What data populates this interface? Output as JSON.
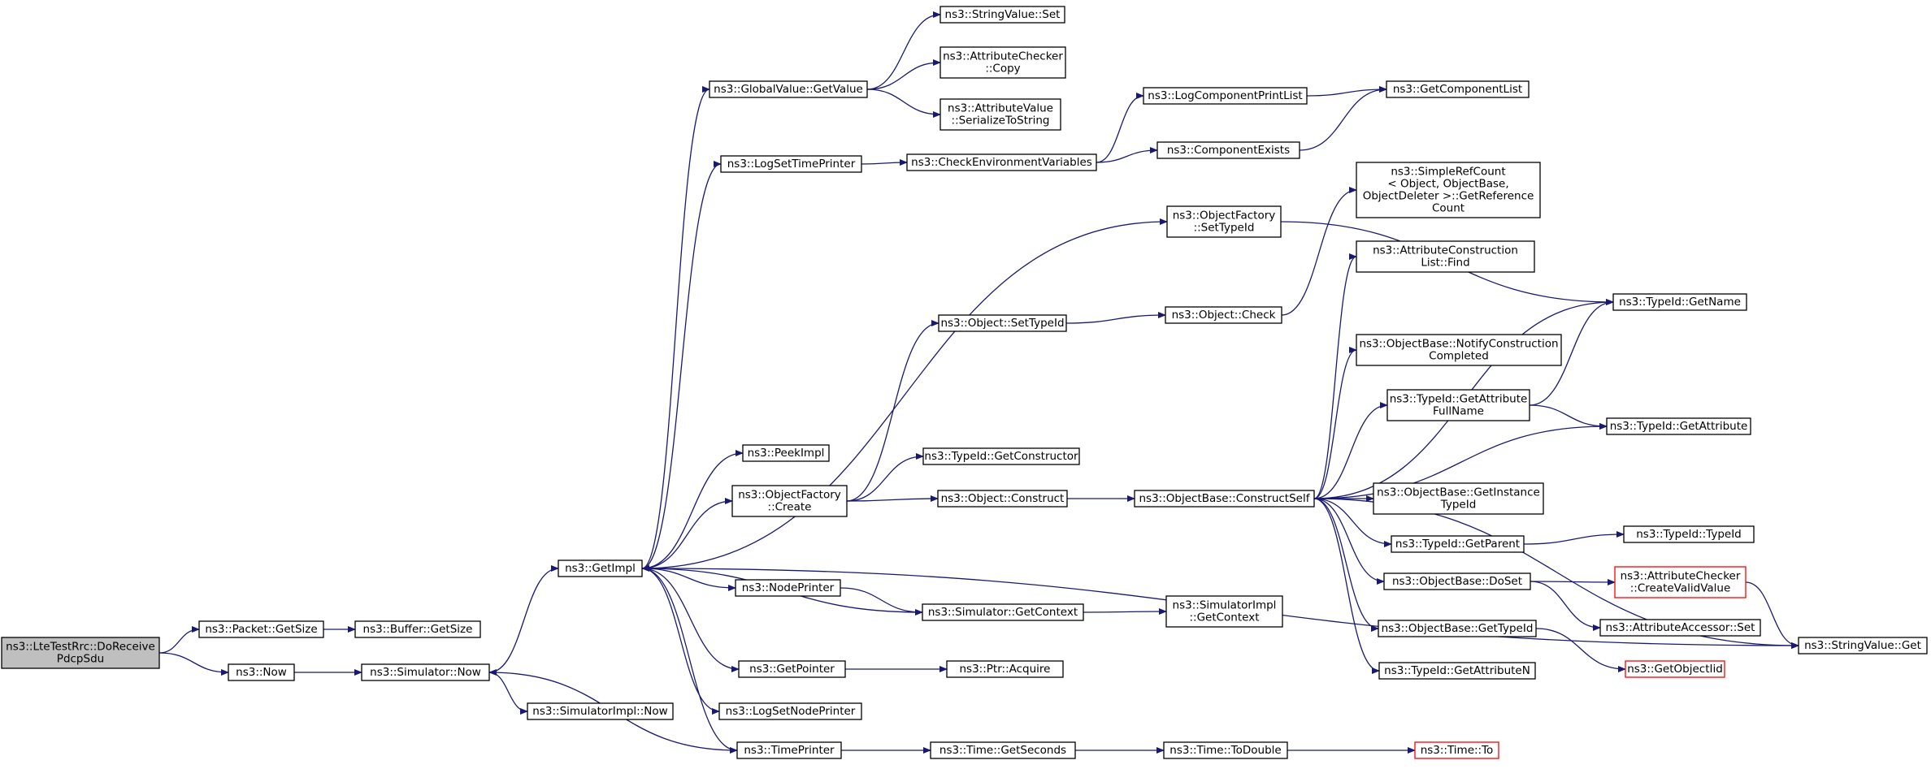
{
  "nodes": [
    {
      "id": "root",
      "lines": [
        "ns3::LteTestRrc::DoReceive",
        "PdcpSdu"
      ],
      "style": "root"
    },
    {
      "id": "pkt_getsize",
      "lines": [
        "ns3::Packet::GetSize"
      ]
    },
    {
      "id": "buf_getsize",
      "lines": [
        "ns3::Buffer::GetSize"
      ]
    },
    {
      "id": "now",
      "lines": [
        "ns3::Now"
      ]
    },
    {
      "id": "sim_now",
      "lines": [
        "ns3::Simulator::Now"
      ]
    },
    {
      "id": "simimpl_now",
      "lines": [
        "ns3::SimulatorImpl::Now"
      ]
    },
    {
      "id": "getimpl",
      "lines": [
        "ns3::GetImpl"
      ]
    },
    {
      "id": "gv_getvalue",
      "lines": [
        "ns3::GlobalValue::GetValue"
      ]
    },
    {
      "id": "strval_set",
      "lines": [
        "ns3::StringValue::Set"
      ]
    },
    {
      "id": "attrchk_copy",
      "lines": [
        "ns3::AttributeChecker",
        "::Copy"
      ]
    },
    {
      "id": "attrval_ser",
      "lines": [
        "ns3::AttributeValue",
        "::SerializeToString"
      ]
    },
    {
      "id": "logsettimeprinter",
      "lines": [
        "ns3::LogSetTimePrinter"
      ]
    },
    {
      "id": "checkenv",
      "lines": [
        "ns3::CheckEnvironmentVariables"
      ]
    },
    {
      "id": "logcompprint",
      "lines": [
        "ns3::LogComponentPrintList"
      ]
    },
    {
      "id": "getcomplist",
      "lines": [
        "ns3::GetComponentList"
      ]
    },
    {
      "id": "compexists",
      "lines": [
        "ns3::ComponentExists"
      ]
    },
    {
      "id": "of_settypeid",
      "lines": [
        "ns3::ObjectFactory",
        "::SetTypeId"
      ]
    },
    {
      "id": "simplerefcount",
      "lines": [
        "ns3::SimpleRefCount",
        "< Object, ObjectBase,",
        "ObjectDeleter >::GetReference",
        "Count"
      ]
    },
    {
      "id": "attrconstr_find",
      "lines": [
        "ns3::AttributeConstruction",
        "List::Find"
      ]
    },
    {
      "id": "typeid_getname",
      "lines": [
        "ns3::TypeId::GetName"
      ]
    },
    {
      "id": "obj_settypeid",
      "lines": [
        "ns3::Object::SetTypeId"
      ]
    },
    {
      "id": "obj_check",
      "lines": [
        "ns3::Object::Check"
      ]
    },
    {
      "id": "ob_notify",
      "lines": [
        "ns3::ObjectBase::NotifyConstruction",
        "Completed"
      ]
    },
    {
      "id": "typeid_getattrfull",
      "lines": [
        "ns3::TypeId::GetAttribute",
        "FullName"
      ]
    },
    {
      "id": "typeid_getattr",
      "lines": [
        "ns3::TypeId::GetAttribute"
      ]
    },
    {
      "id": "peekimpl",
      "lines": [
        "ns3::PeekImpl"
      ]
    },
    {
      "id": "typeid_getconstr",
      "lines": [
        "ns3::TypeId::GetConstructor"
      ]
    },
    {
      "id": "of_create",
      "lines": [
        "ns3::ObjectFactory",
        "::Create"
      ]
    },
    {
      "id": "obj_construct",
      "lines": [
        "ns3::Object::Construct"
      ]
    },
    {
      "id": "ob_constructself",
      "lines": [
        "ns3::ObjectBase::ConstructSelf"
      ]
    },
    {
      "id": "ob_getinstance",
      "lines": [
        "ns3::ObjectBase::GetInstance",
        "TypeId"
      ]
    },
    {
      "id": "typeid_getparent",
      "lines": [
        "ns3::TypeId::GetParent"
      ]
    },
    {
      "id": "typeid_typeid",
      "lines": [
        "ns3::TypeId::TypeId"
      ]
    },
    {
      "id": "nodeprinter",
      "lines": [
        "ns3::NodePrinter"
      ]
    },
    {
      "id": "sim_getcontext",
      "lines": [
        "ns3::Simulator::GetContext"
      ]
    },
    {
      "id": "simimpl_getcontext",
      "lines": [
        "ns3::SimulatorImpl",
        "::GetContext"
      ]
    },
    {
      "id": "ob_doset",
      "lines": [
        "ns3::ObjectBase::DoSet"
      ]
    },
    {
      "id": "attrchk_createvalid",
      "lines": [
        "ns3::AttributeChecker",
        "::CreateValidValue"
      ],
      "style": "red"
    },
    {
      "id": "attracc_set",
      "lines": [
        "ns3::AttributeAccessor::Set"
      ]
    },
    {
      "id": "strval_get",
      "lines": [
        "ns3::StringValue::Get"
      ]
    },
    {
      "id": "ob_gettypeid",
      "lines": [
        "ns3::ObjectBase::GetTypeId"
      ]
    },
    {
      "id": "getobjectiid",
      "lines": [
        "ns3::GetObjectIid"
      ],
      "style": "red"
    },
    {
      "id": "getpointer",
      "lines": [
        "ns3::GetPointer"
      ]
    },
    {
      "id": "ptr_acquire",
      "lines": [
        "ns3::Ptr::Acquire"
      ]
    },
    {
      "id": "typeid_getattrn",
      "lines": [
        "ns3::TypeId::GetAttributeN"
      ]
    },
    {
      "id": "logsetnodeprinter",
      "lines": [
        "ns3::LogSetNodePrinter"
      ]
    },
    {
      "id": "timeprinter",
      "lines": [
        "ns3::TimePrinter"
      ]
    },
    {
      "id": "time_getseconds",
      "lines": [
        "ns3::Time::GetSeconds"
      ]
    },
    {
      "id": "time_todouble",
      "lines": [
        "ns3::Time::ToDouble"
      ]
    },
    {
      "id": "time_to",
      "lines": [
        "ns3::Time::To"
      ],
      "style": "red"
    }
  ],
  "edges": [
    [
      "root",
      "pkt_getsize"
    ],
    [
      "root",
      "now"
    ],
    [
      "pkt_getsize",
      "buf_getsize"
    ],
    [
      "now",
      "sim_now"
    ],
    [
      "sim_now",
      "getimpl"
    ],
    [
      "sim_now",
      "simimpl_now"
    ],
    [
      "getimpl",
      "gv_getvalue"
    ],
    [
      "getimpl",
      "logsettimeprinter"
    ],
    [
      "getimpl",
      "of_settypeid"
    ],
    [
      "getimpl",
      "peekimpl"
    ],
    [
      "getimpl",
      "of_create"
    ],
    [
      "getimpl",
      "nodeprinter"
    ],
    [
      "getimpl",
      "getpointer"
    ],
    [
      "getimpl",
      "logsetnodeprinter"
    ],
    [
      "getimpl",
      "timeprinter"
    ],
    [
      "getimpl",
      "strval_get"
    ],
    [
      "gv_getvalue",
      "strval_set"
    ],
    [
      "gv_getvalue",
      "attrchk_copy"
    ],
    [
      "gv_getvalue",
      "attrval_ser"
    ],
    [
      "logsettimeprinter",
      "checkenv"
    ],
    [
      "checkenv",
      "logcompprint"
    ],
    [
      "checkenv",
      "compexists"
    ],
    [
      "logcompprint",
      "getcomplist"
    ],
    [
      "compexists",
      "getcomplist"
    ],
    [
      "of_settypeid",
      "typeid_getname"
    ],
    [
      "of_create",
      "obj_settypeid"
    ],
    [
      "of_create",
      "typeid_getconstr"
    ],
    [
      "of_create",
      "obj_construct"
    ],
    [
      "obj_settypeid",
      "obj_check"
    ],
    [
      "obj_check",
      "simplerefcount"
    ],
    [
      "obj_construct",
      "ob_constructself"
    ],
    [
      "ob_constructself",
      "attrconstr_find"
    ],
    [
      "ob_constructself",
      "typeid_getname"
    ],
    [
      "ob_constructself",
      "ob_notify"
    ],
    [
      "ob_constructself",
      "typeid_getattrfull"
    ],
    [
      "ob_constructself",
      "typeid_getattr"
    ],
    [
      "ob_constructself",
      "ob_getinstance"
    ],
    [
      "ob_constructself",
      "typeid_getparent"
    ],
    [
      "ob_constructself",
      "ob_doset"
    ],
    [
      "ob_constructself",
      "ob_gettypeid"
    ],
    [
      "ob_constructself",
      "typeid_getattrn"
    ],
    [
      "ob_constructself",
      "strval_get"
    ],
    [
      "typeid_getattrfull",
      "typeid_getname"
    ],
    [
      "typeid_getattrfull",
      "typeid_getattr"
    ],
    [
      "typeid_getparent",
      "typeid_typeid"
    ],
    [
      "ob_doset",
      "attrchk_createvalid"
    ],
    [
      "ob_doset",
      "attracc_set"
    ],
    [
      "attrchk_createvalid",
      "strval_get"
    ],
    [
      "ob_gettypeid",
      "getobjectiid"
    ],
    [
      "nodeprinter",
      "sim_getcontext"
    ],
    [
      "sim_getcontext",
      "getimpl"
    ],
    [
      "sim_getcontext",
      "simimpl_getcontext"
    ],
    [
      "getpointer",
      "ptr_acquire"
    ],
    [
      "timeprinter",
      "sim_now"
    ],
    [
      "timeprinter",
      "time_getseconds"
    ],
    [
      "time_getseconds",
      "time_todouble"
    ],
    [
      "time_todouble",
      "time_to"
    ]
  ],
  "colors": {
    "edge": "#191970",
    "border": "#000000",
    "highlight_border": "#ff0000",
    "root_fill": "#bfbfbf"
  }
}
